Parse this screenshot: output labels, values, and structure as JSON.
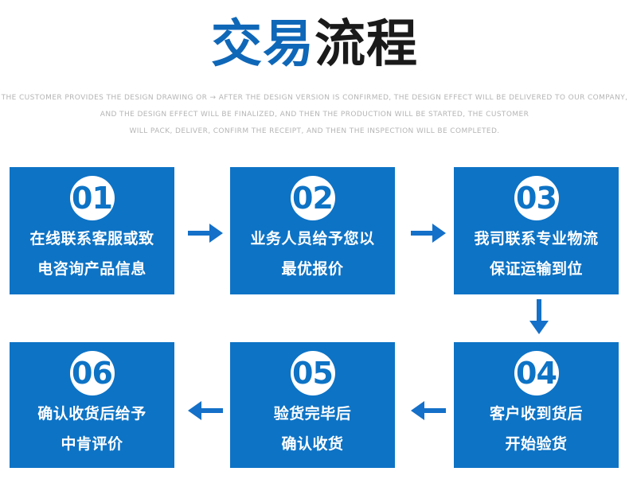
{
  "page": {
    "title": {
      "highlight": "交易",
      "rest": "流程"
    },
    "subtitle_lines": [
      "THE CUSTOMER PROVIDES THE DESIGN DRAWING OR → AFTER THE DESIGN VERSION IS CONFIRMED, THE DESIGN EFFECT WILL BE DELIVERED TO OUR COMPANY,",
      "AND THE DESIGN EFFECT WILL BE FINALIZED, AND THEN THE PRODUCTION WILL BE STARTED, THE CUSTOMER",
      "WILL PACK, DELIVER, CONFIRM THE RECEIPT, AND THEN THE INSPECTION WILL BE COMPLETED."
    ]
  },
  "steps": [
    {
      "number": "01",
      "line1": "在线联系客服或致",
      "line2": "电咨询产品信息"
    },
    {
      "number": "02",
      "line1": "业务人员给予您以",
      "line2": "最优报价"
    },
    {
      "number": "03",
      "line1": "我司联系专业物流",
      "line2": "保证运输到位"
    },
    {
      "number": "04",
      "line1": "客户收到货后",
      "line2": "开始验货"
    },
    {
      "number": "05",
      "line1": "验货完毕后",
      "line2": "确认收货"
    },
    {
      "number": "06",
      "line1": "确认收货后给予",
      "line2": "中肯评价"
    }
  ],
  "flow": {
    "arrows": [
      {
        "name": "arrow-1-to-2",
        "direction": "right"
      },
      {
        "name": "arrow-2-to-3",
        "direction": "right"
      },
      {
        "name": "arrow-3-to-4",
        "direction": "down"
      },
      {
        "name": "arrow-4-to-5",
        "direction": "left"
      },
      {
        "name": "arrow-5-to-6",
        "direction": "left"
      }
    ]
  },
  "colors": {
    "box_blue": "#0d73c5",
    "arrow_blue": "#1470c8",
    "title_blue": "#0f67b8",
    "title_black": "#1a1a1a",
    "subtitle_gray": "#b5b5b5",
    "step_text": "#ffffff"
  }
}
